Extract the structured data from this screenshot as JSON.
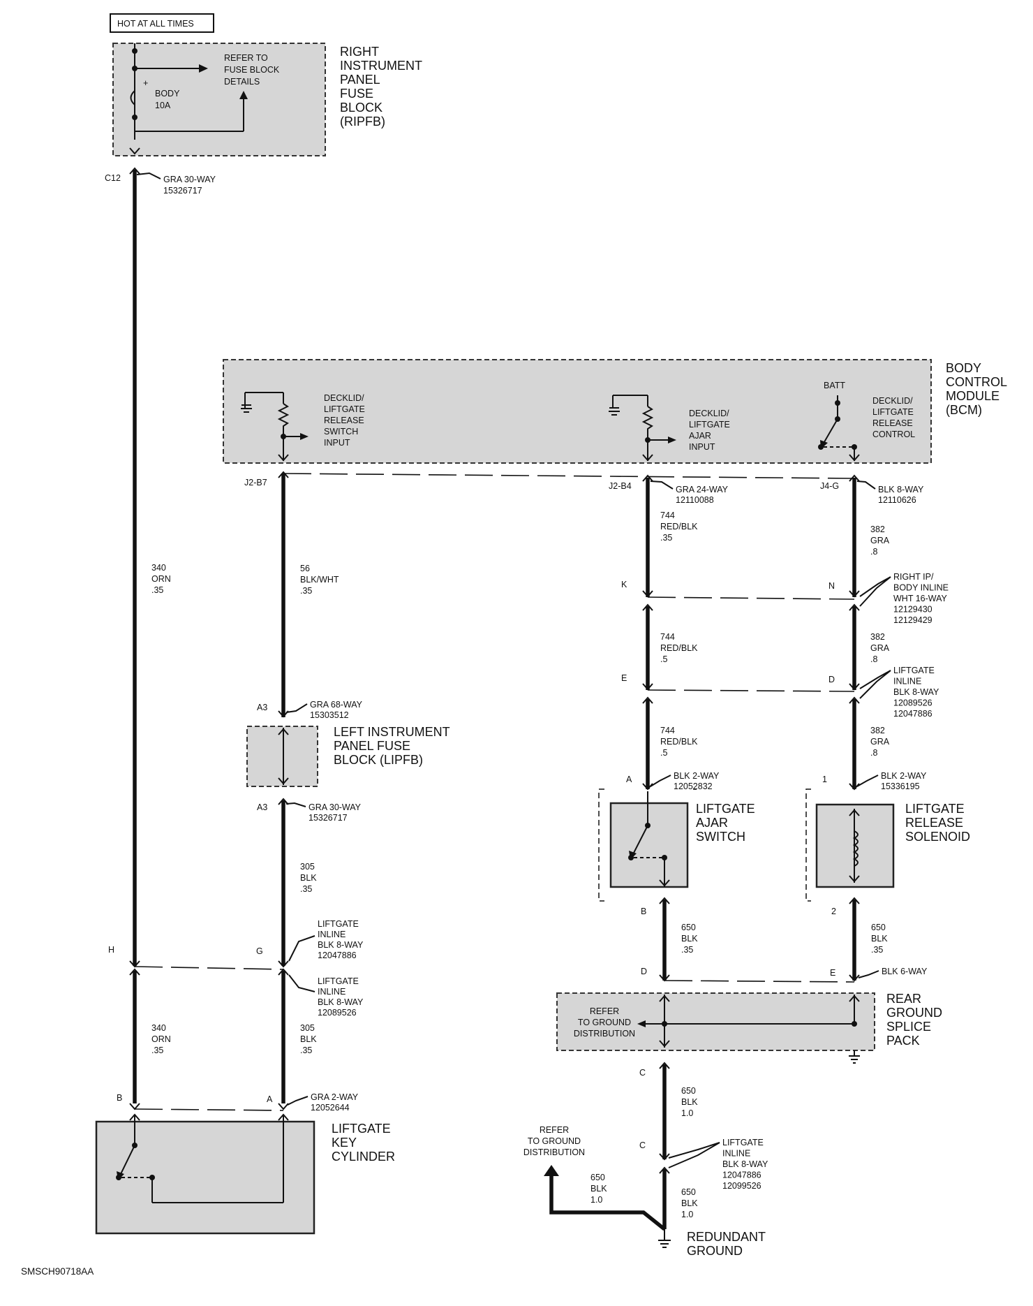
{
  "header": {
    "hot_label": "HOT AT ALL TIMES"
  },
  "ripfb": {
    "name": [
      "RIGHT",
      "INSTRUMENT",
      "PANEL",
      "FUSE",
      "BLOCK",
      "(RIPFB)"
    ],
    "refer": [
      "REFER TO",
      "FUSE BLOCK",
      "DETAILS"
    ],
    "fuse": [
      "BODY",
      "10A"
    ],
    "plus": "+"
  },
  "conn_c12": {
    "pin": "C12",
    "desc": [
      "GRA 30-WAY",
      "15326717"
    ]
  },
  "wire_340_top": [
    "340",
    "ORN",
    ".35"
  ],
  "bcm": {
    "name": [
      "BODY",
      "CONTROL",
      "MODULE",
      "(BCM)"
    ],
    "switch_input": [
      "DECKLID/",
      "LIFTGATE",
      "RELEASE",
      "SWITCH",
      "INPUT"
    ],
    "ajar_input": [
      "DECKLID/",
      "LIFTGATE",
      "AJAR",
      "INPUT"
    ],
    "release_control": [
      "DECKLID/",
      "LIFTGATE",
      "RELEASE",
      "CONTROL"
    ],
    "batt": "BATT"
  },
  "conn_j2b7": {
    "pin": "J2-B7"
  },
  "conn_j2b4": {
    "pin": "J2-B4",
    "desc": [
      "GRA 24-WAY",
      "12110088"
    ]
  },
  "conn_j4g": {
    "pin": "J4-G",
    "desc": [
      "BLK 8-WAY",
      "12110626"
    ]
  },
  "wire_56": [
    "56",
    "BLK/WHT",
    ".35"
  ],
  "wire_744_a": [
    "744",
    "RED/BLK",
    ".35"
  ],
  "wire_382_a": [
    "382",
    "GRA",
    ".8"
  ],
  "inline_k_n": {
    "left": "K",
    "right": "N",
    "desc": [
      "RIGHT IP/",
      "BODY INLINE",
      "WHT 16-WAY",
      "12129430",
      "12129429"
    ]
  },
  "wire_744_b": [
    "744",
    "RED/BLK",
    ".5"
  ],
  "wire_382_b": [
    "382",
    "GRA",
    ".8"
  ],
  "inline_e_d": {
    "left": "E",
    "right": "D",
    "desc": [
      "LIFTGATE",
      "INLINE",
      "BLK 8-WAY",
      "12089526",
      "12047886"
    ]
  },
  "wire_744_c": [
    "744",
    "RED/BLK",
    ".5"
  ],
  "wire_382_c": [
    "382",
    "GRA",
    ".8"
  ],
  "conn_a3_top": {
    "pin": "A3",
    "desc": [
      "GRA 68-WAY",
      "15303512"
    ]
  },
  "lipfb": {
    "name": [
      "LEFT INSTRUMENT",
      "PANEL FUSE",
      "BLOCK (LIPFB)"
    ]
  },
  "conn_a3_bot": {
    "pin": "A3",
    "desc": [
      "GRA 30-WAY",
      "15326717"
    ]
  },
  "wire_305_a": [
    "305",
    "BLK",
    ".35"
  ],
  "ajar_conn": {
    "pin": "A",
    "desc": [
      "BLK 2-WAY",
      "12052832"
    ]
  },
  "ajar_switch": {
    "name": [
      "LIFTGATE",
      "AJAR",
      "SWITCH"
    ]
  },
  "solenoid_conn": {
    "pin": "1",
    "desc": [
      "BLK 2-WAY",
      "15336195"
    ]
  },
  "solenoid": {
    "name": [
      "LIFTGATE",
      "RELEASE",
      "SOLENOID"
    ]
  },
  "ajar_pin_b": "B",
  "solenoid_pin_2": "2",
  "wire_650_a": [
    "650",
    "BLK",
    ".35"
  ],
  "wire_650_b": [
    "650",
    "BLK",
    ".35"
  ],
  "inline_h_g": {
    "left": "H",
    "right": "G",
    "desc_top": [
      "LIFTGATE",
      "INLINE",
      "BLK 8-WAY",
      "12047886"
    ],
    "desc_bot": [
      "LIFTGATE",
      "INLINE",
      "BLK 8-WAY",
      "12089526"
    ]
  },
  "conn_d_e": {
    "left": "D",
    "right": "E",
    "desc": "BLK 6-WAY"
  },
  "rgsp": {
    "name": [
      "REAR",
      "GROUND",
      "SPLICE",
      "PACK"
    ],
    "refer": [
      "REFER",
      "TO GROUND",
      "DISTRIBUTION"
    ]
  },
  "wire_340_bot": [
    "340",
    "ORN",
    ".35"
  ],
  "wire_305_b": [
    "305",
    "BLK",
    ".35"
  ],
  "conn_b_a": {
    "left": "B",
    "right": "A",
    "desc": [
      "GRA 2-WAY",
      "12052644"
    ]
  },
  "key_cylinder": {
    "name": [
      "LIFTGATE",
      "KEY",
      "CYLINDER"
    ]
  },
  "ground_c1": "C",
  "wire_650_c": [
    "650",
    "BLK",
    "1.0"
  ],
  "ground_c2": "C",
  "ground_inline": {
    "desc": [
      "LIFTGATE",
      "INLINE",
      "BLK 8-WAY",
      "12047886",
      "12099526"
    ]
  },
  "refer_ground": [
    "REFER",
    "TO GROUND",
    "DISTRIBUTION"
  ],
  "wire_650_d": [
    "650",
    "BLK",
    "1.0"
  ],
  "wire_650_e": [
    "650",
    "BLK",
    "1.0"
  ],
  "redundant_ground": [
    "REDUNDANT",
    "GROUND"
  ],
  "footer": {
    "code": "SMSCH90718AA"
  }
}
